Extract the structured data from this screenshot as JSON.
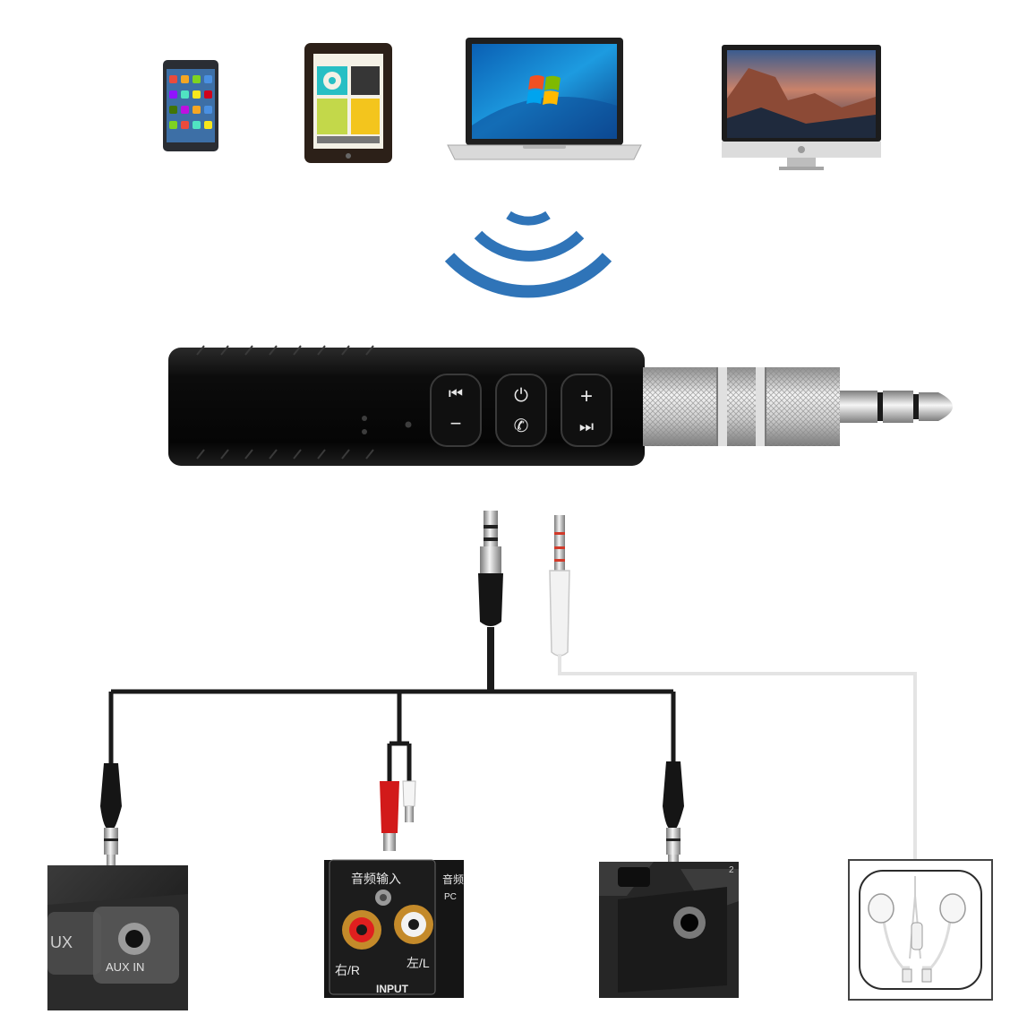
{
  "sources": {
    "items": [
      {
        "name": "smartphone"
      },
      {
        "name": "tablet"
      },
      {
        "name": "laptop"
      },
      {
        "name": "desktop-monitor"
      }
    ]
  },
  "signal": {
    "icon": "wireless-signal-icon",
    "color": "#2f74b8"
  },
  "receiver": {
    "buttons": [
      {
        "top_glyph": "⏮",
        "bottom_glyph": "−"
      },
      {
        "top_glyph": "⏻",
        "bottom_glyph": "✆"
      },
      {
        "top_glyph": "+",
        "bottom_glyph": "⏭"
      }
    ]
  },
  "outputs": {
    "aux": {
      "label_partial": "UX",
      "port_label": "AUX IN"
    },
    "rca": {
      "top_label": "音频输入",
      "side_label": "音频",
      "side_label_2": "PC",
      "right_label": "右/R",
      "left_label": "左/L",
      "bottom_label": "INPUT"
    },
    "jack_panel": {
      "corner_label": "2"
    },
    "earphones": {
      "icon": "earphones-icon"
    }
  },
  "colors": {
    "cable_black": "#1a1a1a",
    "cable_white": "#e4e4e4",
    "rca_red": "#d21a1a",
    "signal_blue": "#2f74b8"
  }
}
